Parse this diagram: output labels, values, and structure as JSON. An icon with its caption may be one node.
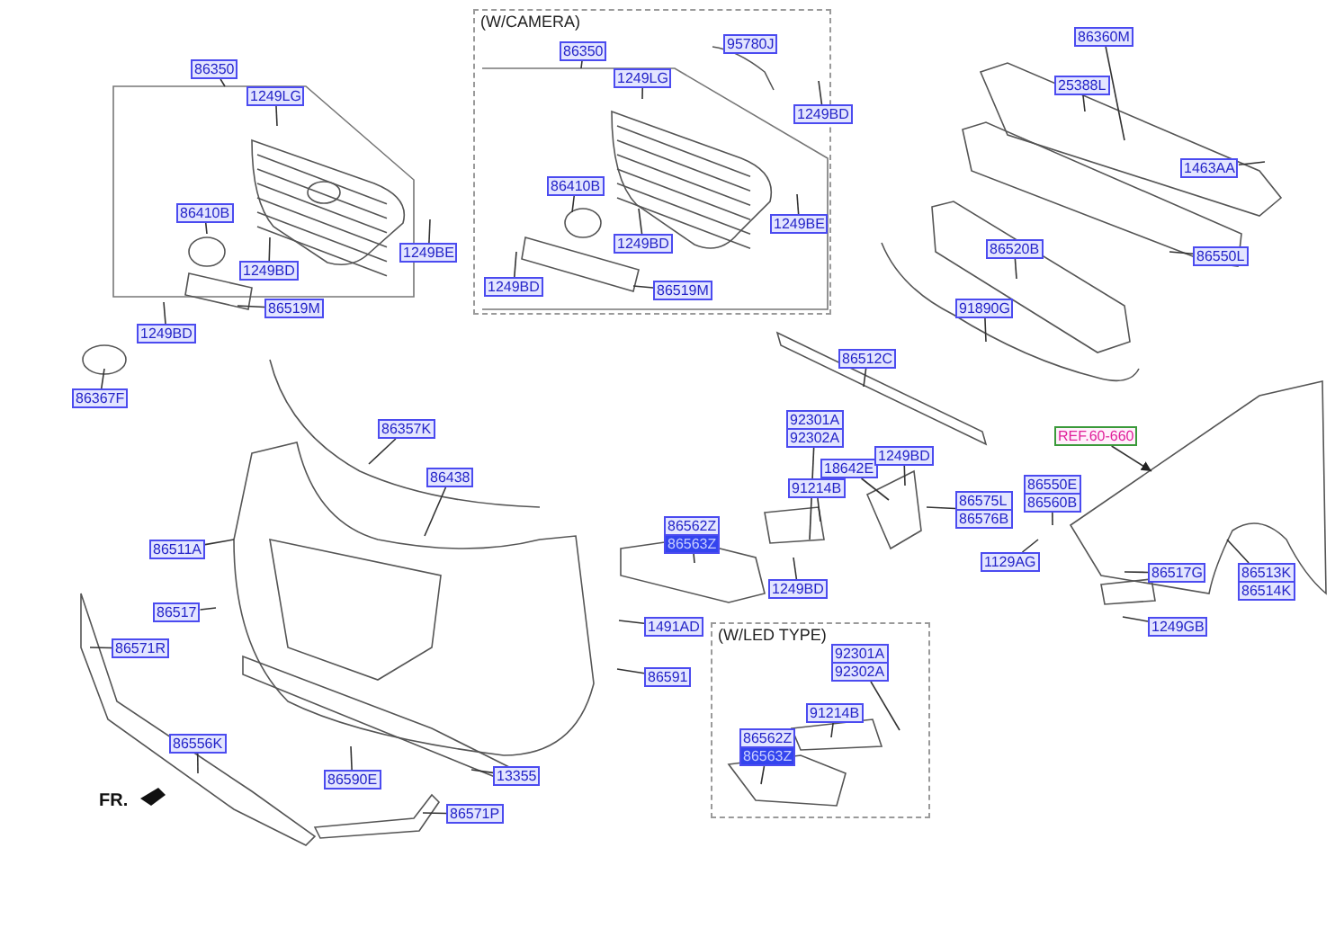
{
  "diagram": {
    "nodes": [
      {
        "text": [
          "(W/CAMERA)"
        ]
      },
      {
        "text": [
          "(W/LED TYPE)"
        ]
      },
      {
        "text": [
          "86350"
        ]
      },
      {
        "text": [
          "1249LG"
        ]
      },
      {
        "text": [
          "86410B"
        ]
      },
      {
        "text": [
          "1249BD"
        ]
      },
      {
        "text": [
          "1249BE"
        ]
      },
      {
        "text": [
          "86519M"
        ]
      },
      {
        "text": [
          "1249BD"
        ]
      },
      {
        "text": [
          "86367F"
        ]
      },
      {
        "text": [
          "86350"
        ],
        "in": 0
      },
      {
        "text": [
          "95780J"
        ],
        "in": 0
      },
      {
        "text": [
          "1249LG"
        ],
        "in": 0
      },
      {
        "text": [
          "1249BD"
        ],
        "in": 0
      },
      {
        "text": [
          "86410B"
        ],
        "in": 0
      },
      {
        "text": [
          "1249BE"
        ],
        "in": 0
      },
      {
        "text": [
          "1249BD"
        ],
        "in": 0
      },
      {
        "text": [
          "1249BD"
        ],
        "in": 0
      },
      {
        "text": [
          "86519M"
        ],
        "in": 0
      },
      {
        "text": [
          "86360M"
        ]
      },
      {
        "text": [
          "25388L"
        ]
      },
      {
        "text": [
          "1463AA"
        ]
      },
      {
        "text": [
          "86520B"
        ]
      },
      {
        "text": [
          "86550L"
        ]
      },
      {
        "text": [
          "91890G"
        ]
      },
      {
        "text": [
          "86512C"
        ]
      },
      {
        "text": [
          "REF.60-660"
        ]
      },
      {
        "text": [
          "92301A",
          "92302A"
        ]
      },
      {
        "text": [
          "18642E"
        ]
      },
      {
        "text": [
          "1249BD"
        ]
      },
      {
        "text": [
          "91214B"
        ]
      },
      {
        "text": [
          "86575L",
          "86576B"
        ]
      },
      {
        "text": [
          "86550E",
          "86560B"
        ]
      },
      {
        "text": [
          "86562Z",
          "86563Z"
        ]
      },
      {
        "text": [
          "1129AG"
        ]
      },
      {
        "text": [
          "1249BD"
        ]
      },
      {
        "text": [
          "86517G"
        ]
      },
      {
        "text": [
          "86513K",
          "86514K"
        ]
      },
      {
        "text": [
          "1249GB"
        ]
      },
      {
        "text": [
          "86357K"
        ]
      },
      {
        "text": [
          "86438"
        ]
      },
      {
        "text": [
          "86511A"
        ]
      },
      {
        "text": [
          "86517"
        ]
      },
      {
        "text": [
          "1491AD"
        ]
      },
      {
        "text": [
          "86571R"
        ]
      },
      {
        "text": [
          "86591"
        ]
      },
      {
        "text": [
          "86556K"
        ]
      },
      {
        "text": [
          "86590E"
        ]
      },
      {
        "text": [
          "13355"
        ]
      },
      {
        "text": [
          "86571P"
        ]
      },
      {
        "text": [
          "92301A",
          "92302A"
        ],
        "in": 1
      },
      {
        "text": [
          "91214B"
        ],
        "in": 1
      },
      {
        "text": [
          "86562Z",
          "86563Z"
        ],
        "in": 1
      }
    ],
    "edges": [
      {
        "from": 2,
        "to": null,
        "arrow": "none"
      },
      {
        "from": 3,
        "to": null,
        "arrow": "none"
      },
      {
        "from": 4,
        "to": null,
        "arrow": "none"
      },
      {
        "from": 5,
        "to": null,
        "arrow": "none"
      },
      {
        "from": 6,
        "to": null,
        "arrow": "none"
      },
      {
        "from": 7,
        "to": null,
        "arrow": "none"
      },
      {
        "from": 8,
        "to": null,
        "arrow": "none"
      },
      {
        "from": 9,
        "to": null,
        "arrow": "none"
      },
      {
        "from": 10,
        "to": null,
        "arrow": "none"
      },
      {
        "from": 11,
        "to": null,
        "arrow": "none"
      },
      {
        "from": 12,
        "to": null,
        "arrow": "none"
      },
      {
        "from": 13,
        "to": null,
        "arrow": "none"
      },
      {
        "from": 14,
        "to": null,
        "arrow": "none"
      },
      {
        "from": 15,
        "to": null,
        "arrow": "none"
      },
      {
        "from": 16,
        "to": null,
        "arrow": "none"
      },
      {
        "from": 17,
        "to": null,
        "arrow": "none"
      },
      {
        "from": 18,
        "to": null,
        "arrow": "none"
      },
      {
        "from": 19,
        "to": null,
        "arrow": "none"
      },
      {
        "from": 20,
        "to": null,
        "arrow": "none"
      },
      {
        "from": 21,
        "to": null,
        "arrow": "none"
      },
      {
        "from": 22,
        "to": null,
        "arrow": "none"
      },
      {
        "from": 23,
        "to": null,
        "arrow": "none"
      },
      {
        "from": 24,
        "to": null,
        "arrow": "none"
      },
      {
        "from": 25,
        "to": null,
        "arrow": "none"
      },
      {
        "from": 26,
        "to": null,
        "arrow": "to"
      },
      {
        "from": 27,
        "to": null,
        "arrow": "none"
      },
      {
        "from": 28,
        "to": null,
        "arrow": "none"
      },
      {
        "from": 29,
        "to": null,
        "arrow": "none"
      },
      {
        "from": 30,
        "to": null,
        "arrow": "none"
      },
      {
        "from": 31,
        "to": null,
        "arrow": "none"
      },
      {
        "from": 32,
        "to": null,
        "arrow": "none"
      },
      {
        "from": 33,
        "to": null,
        "arrow": "none"
      },
      {
        "from": 34,
        "to": null,
        "arrow": "none"
      },
      {
        "from": 35,
        "to": null,
        "arrow": "none"
      },
      {
        "from": 36,
        "to": null,
        "arrow": "none"
      },
      {
        "from": 37,
        "to": null,
        "arrow": "none"
      },
      {
        "from": 38,
        "to": null,
        "arrow": "none"
      },
      {
        "from": 39,
        "to": null,
        "arrow": "none"
      },
      {
        "from": 40,
        "to": null,
        "arrow": "none"
      },
      {
        "from": 41,
        "to": null,
        "arrow": "none"
      },
      {
        "from": 42,
        "to": null,
        "arrow": "none"
      },
      {
        "from": 43,
        "to": null,
        "arrow": "none"
      },
      {
        "from": 44,
        "to": null,
        "arrow": "none"
      },
      {
        "from": 45,
        "to": null,
        "arrow": "none"
      },
      {
        "from": 46,
        "to": null,
        "arrow": "none"
      },
      {
        "from": 47,
        "to": null,
        "arrow": "none"
      },
      {
        "from": 48,
        "to": null,
        "arrow": "none"
      },
      {
        "from": 49,
        "to": null,
        "arrow": "none"
      },
      {
        "from": 50,
        "to": null,
        "arrow": "none"
      },
      {
        "from": 51,
        "to": null,
        "arrow": "none"
      },
      {
        "from": 52,
        "to": null,
        "arrow": "none"
      }
    ],
    "labels": [
      "FR."
    ]
  }
}
